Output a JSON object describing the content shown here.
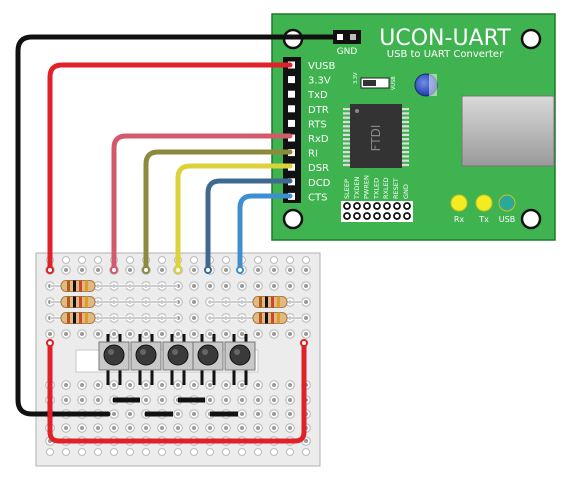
{
  "board": {
    "title": "UCON-UART",
    "subtitle": "USB to UART Converter",
    "chip_label": "FTDI",
    "gnd_label": "GND",
    "switch_left": "3.3V",
    "switch_right": "VUSB",
    "pins": [
      "VUSB",
      "3.3V",
      "TxD",
      "DTR",
      "RTS",
      "RxD",
      "RI",
      "DSR",
      "DCD",
      "CTS"
    ],
    "bottom_header": [
      "SLEEP",
      "TXDEN",
      "PWREN",
      "TXLED",
      "RXLED",
      "RESET",
      "GND"
    ],
    "leds": [
      "Rx",
      "Tx",
      "USB"
    ]
  },
  "colors": {
    "board": "#3fb34f",
    "wire_black": "#111111",
    "wire_red": "#e02127",
    "wire_pink": "#d35a6c",
    "wire_olive": "#8d8a3e",
    "wire_yellow": "#dcd33a",
    "wire_navy": "#3f6a8f",
    "wire_blue": "#3d8fcf",
    "led_yellow": "#f3ec22",
    "led_usb": "#2aa89a"
  }
}
